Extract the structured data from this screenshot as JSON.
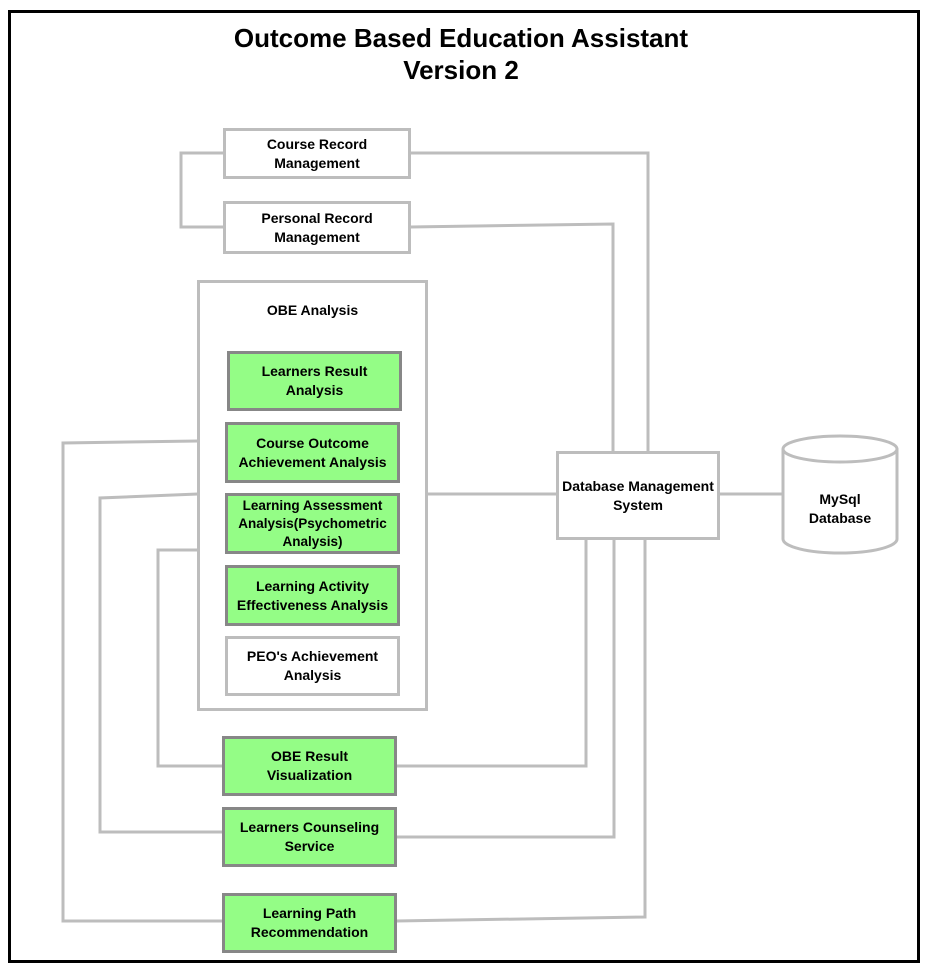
{
  "diagram": {
    "title_line1": "Outcome Based Education Assistant",
    "title_line2": "Version 2",
    "nodes": {
      "course_record": "Course Record Management",
      "personal_record": "Personal Record Management",
      "obe_analysis": "OBE Analysis",
      "learners_result": "Learners Result Analysis",
      "course_outcome": "Course Outcome Achievement Analysis",
      "learning_assessment": "Learning Assessment Analysis(Psychometric Analysis)",
      "learning_activity": "Learning Activity Effectiveness Analysis",
      "peo_achievement": "PEO's Achievement Analysis",
      "obe_result_visualization": "OBE Result Visualization",
      "learners_counseling": "Learners Counseling Service",
      "learning_path": "Learning Path Recommendation",
      "dbms": "Database Management System",
      "mysql": "MySql Database"
    },
    "colors": {
      "highlight_fill": "#94fd86",
      "highlight_border": "#878787",
      "connector": "#bdbdbd",
      "frame": "#000000"
    }
  }
}
